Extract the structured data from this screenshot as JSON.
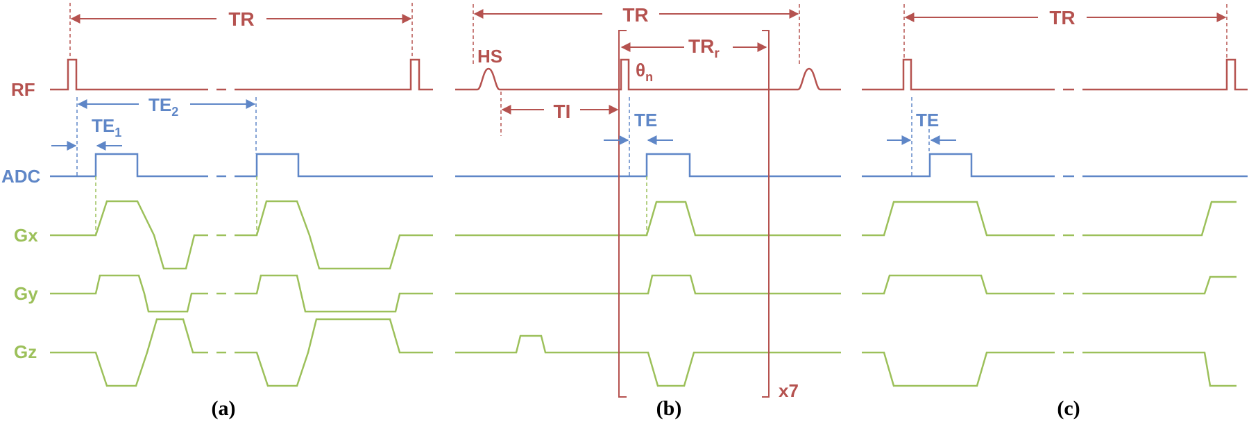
{
  "colors": {
    "rf": "#b5524f",
    "adc": "#5e86c7",
    "grad": "#9cc05a",
    "text": "#000000"
  },
  "row_labels": {
    "rf": "RF",
    "adc": "ADC",
    "gx": "Gx",
    "gy": "Gy",
    "gz": "Gz"
  },
  "panel_a": {
    "tr": "TR",
    "te2": "TE",
    "te2_sub": "2",
    "te1": "TE",
    "te1_sub": "1",
    "caption": "(a)"
  },
  "panel_b": {
    "tr": "TR",
    "trr": "TR",
    "trr_sub": "r",
    "hs": "HS",
    "theta": "θ",
    "theta_sub": "n",
    "ti": "TI",
    "te": "TE",
    "repeat": "x7",
    "caption": "(b)"
  },
  "panel_c": {
    "tr": "TR",
    "te": "TE",
    "caption": "(c)"
  }
}
